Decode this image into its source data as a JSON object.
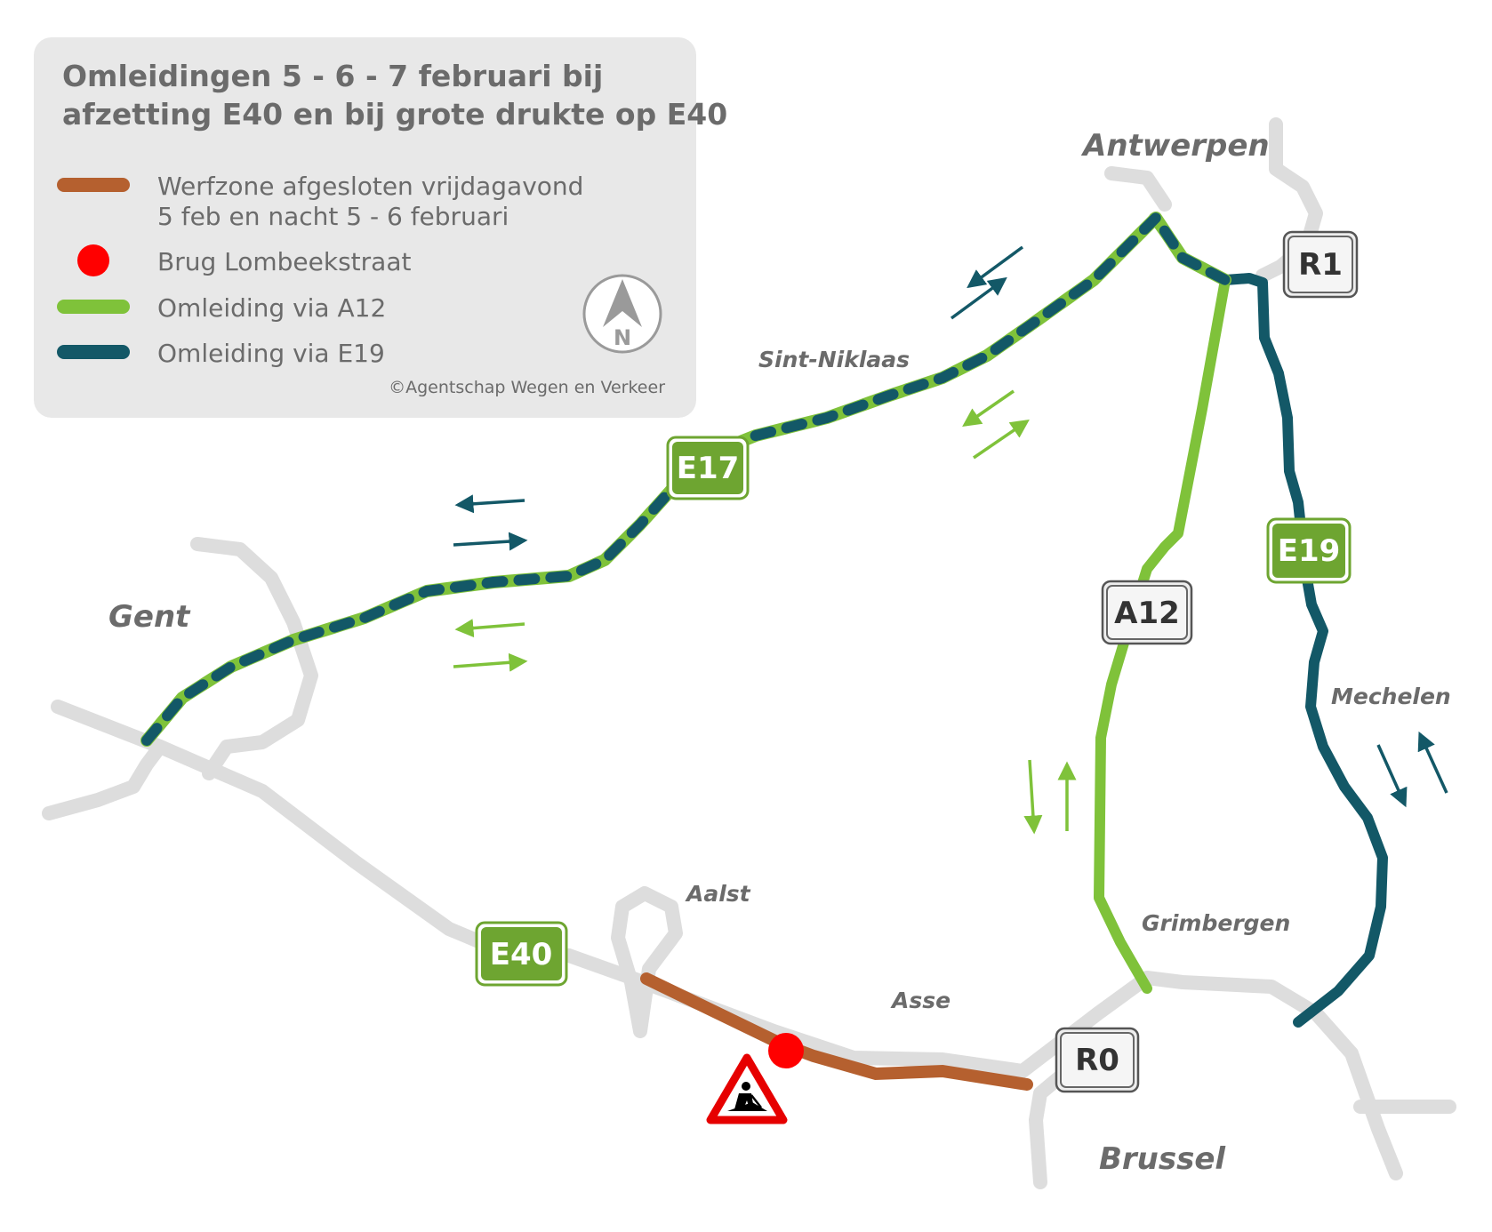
{
  "legend": {
    "title_line1": "Omleidingen 5 - 6 - 7 februari bij",
    "title_line2": "afzetting E40 en bij grote drukte op E40",
    "items": [
      {
        "label_line1": "Werfzone afgesloten vrijdagavond",
        "label_line2": "5 feb en nacht 5 - 6 februari",
        "color": "#b5602f"
      },
      {
        "label_line1": "Brug Lombeekstraat",
        "color": "#ff0000"
      },
      {
        "label_line1": "Omleiding via A12",
        "color": "#7fc23a"
      },
      {
        "label_line1": "Omleiding via E19",
        "color": "#135867"
      }
    ],
    "compass_letter": "N",
    "credit": "©Agentschap Wegen en Verkeer"
  },
  "cities": {
    "antwerpen": "Antwerpen",
    "gent": "Gent",
    "brussel": "Brussel"
  },
  "towns": {
    "sint_niklaas": "Sint-Niklaas",
    "mechelen": "Mechelen",
    "aalst": "Aalst",
    "grimbergen": "Grimbergen",
    "asse": "Asse"
  },
  "shields": {
    "e17": "E17",
    "e19": "E19",
    "e40": "E40",
    "a12": "A12",
    "r1": "R1",
    "r0": "R0"
  },
  "colors": {
    "background_road": "#dddddd",
    "worksite": "#b5602f",
    "bridge": "#ff0000",
    "a12": "#7fc23a",
    "e19": "#135867",
    "shield_green": "#6ea531",
    "legend_bg": "#e8e8e8"
  },
  "icons": {
    "warning_sign": "roadworks-warning-icon",
    "compass": "north-compass-icon"
  }
}
